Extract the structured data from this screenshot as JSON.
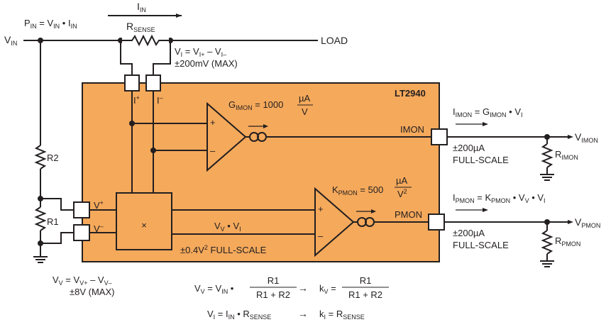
{
  "colors": {
    "chip_fill": "#f5a95b",
    "ink": "#231f20",
    "background": "#ffffff"
  },
  "chip": {
    "name": "LT2940"
  },
  "input": {
    "vin_main": "V",
    "vin_sub": "IN",
    "pin_formula": {
      "a": "P",
      "a_sub": "IN",
      "b": " = V",
      "b_sub": "IN",
      "c": " • I",
      "c_sub": "IN"
    },
    "iin_main": "I",
    "iin_sub": "IN",
    "rsense_main": "R",
    "rsense_sub": "SENSE",
    "load_label": "LOAD"
  },
  "current_sense": {
    "vi_main": "V",
    "vi_sub": "I",
    "vi_mid": " = V",
    "vi_sub2": "I+",
    "vi_mid2": " – V",
    "vi_sub3": "I–",
    "range": "±200mV (MAX)",
    "pin_plus": "I",
    "pin_plus_sup": "+",
    "pin_minus": "I",
    "pin_minus_sup": "–"
  },
  "divider": {
    "r2": "R2",
    "r1": "R1",
    "vplus": "V",
    "vplus_sup": "+",
    "vminus": "V",
    "vminus_sup": "–",
    "vv_a": "V",
    "vv_a_sub": "V",
    "vv_b": " = V",
    "vv_b_sub": "V+",
    "vv_c": " – V",
    "vv_c_sub": "V–",
    "vv_range": "±8V (MAX)"
  },
  "imon": {
    "gain_a": "G",
    "gain_a_sub": "IMON",
    "gain_b": " = 1000",
    "gain_num": "µA",
    "gain_den": "V",
    "pin_label": "IMON",
    "formula_a": "I",
    "formula_a_sub": "IMON",
    "formula_b": " = G",
    "formula_b_sub": "IMON",
    "formula_c": " • V",
    "formula_c_sub": "I",
    "fullscale_value": "±200µA",
    "fullscale_text": "FULL-SCALE",
    "resistor_main": "R",
    "resistor_sub": "IMON",
    "out_main": "V",
    "out_sub": "IMON",
    "amp_plus": "+",
    "amp_minus": "–"
  },
  "pmon": {
    "gain_a": "K",
    "gain_a_sub": "PMON",
    "gain_b": " = 500",
    "gain_num": "µA",
    "gain_den_main": "V",
    "gain_den_sup": "2",
    "pin_label": "PMON",
    "formula_a": "I",
    "formula_a_sub": "PMON",
    "formula_b": " = K",
    "formula_b_sub": "PMON",
    "formula_c": " • V",
    "formula_c_sub": "V",
    "formula_d": " • V",
    "formula_d_sub": "I",
    "fullscale_value": "±200µA",
    "fullscale_text": "FULL-SCALE",
    "resistor_main": "R",
    "resistor_sub": "PMON",
    "out_main": "V",
    "out_sub": "PMON",
    "amp_plus": "+",
    "amp_minus": "–"
  },
  "multiplier": {
    "symbol": "×",
    "product_a": "V",
    "product_a_sub": "V",
    "product_b": " • V",
    "product_b_sub": "I",
    "range_a": "±0.4V",
    "range_sup": "2",
    "range_b": " FULL-SCALE"
  },
  "equations": {
    "eq1": {
      "a": "V",
      "a_sub": "V",
      "b": " = V",
      "b_sub": "IN",
      "c": " •",
      "num": "R1",
      "den": "R1 + R2",
      "arrow": "→",
      "k": "k",
      "k_sub": "V",
      "k_eq": " =",
      "num2": "R1",
      "den2": "R1 + R2"
    },
    "eq2": {
      "a": "V",
      "a_sub": "I",
      "b": " = I",
      "b_sub": "IN",
      "c": " • R",
      "c_sub": "SENSE",
      "arrow": "→",
      "k": "k",
      "k_sub": "I",
      "k_eq": " = R",
      "k_eq_sub": "SENSE"
    }
  }
}
